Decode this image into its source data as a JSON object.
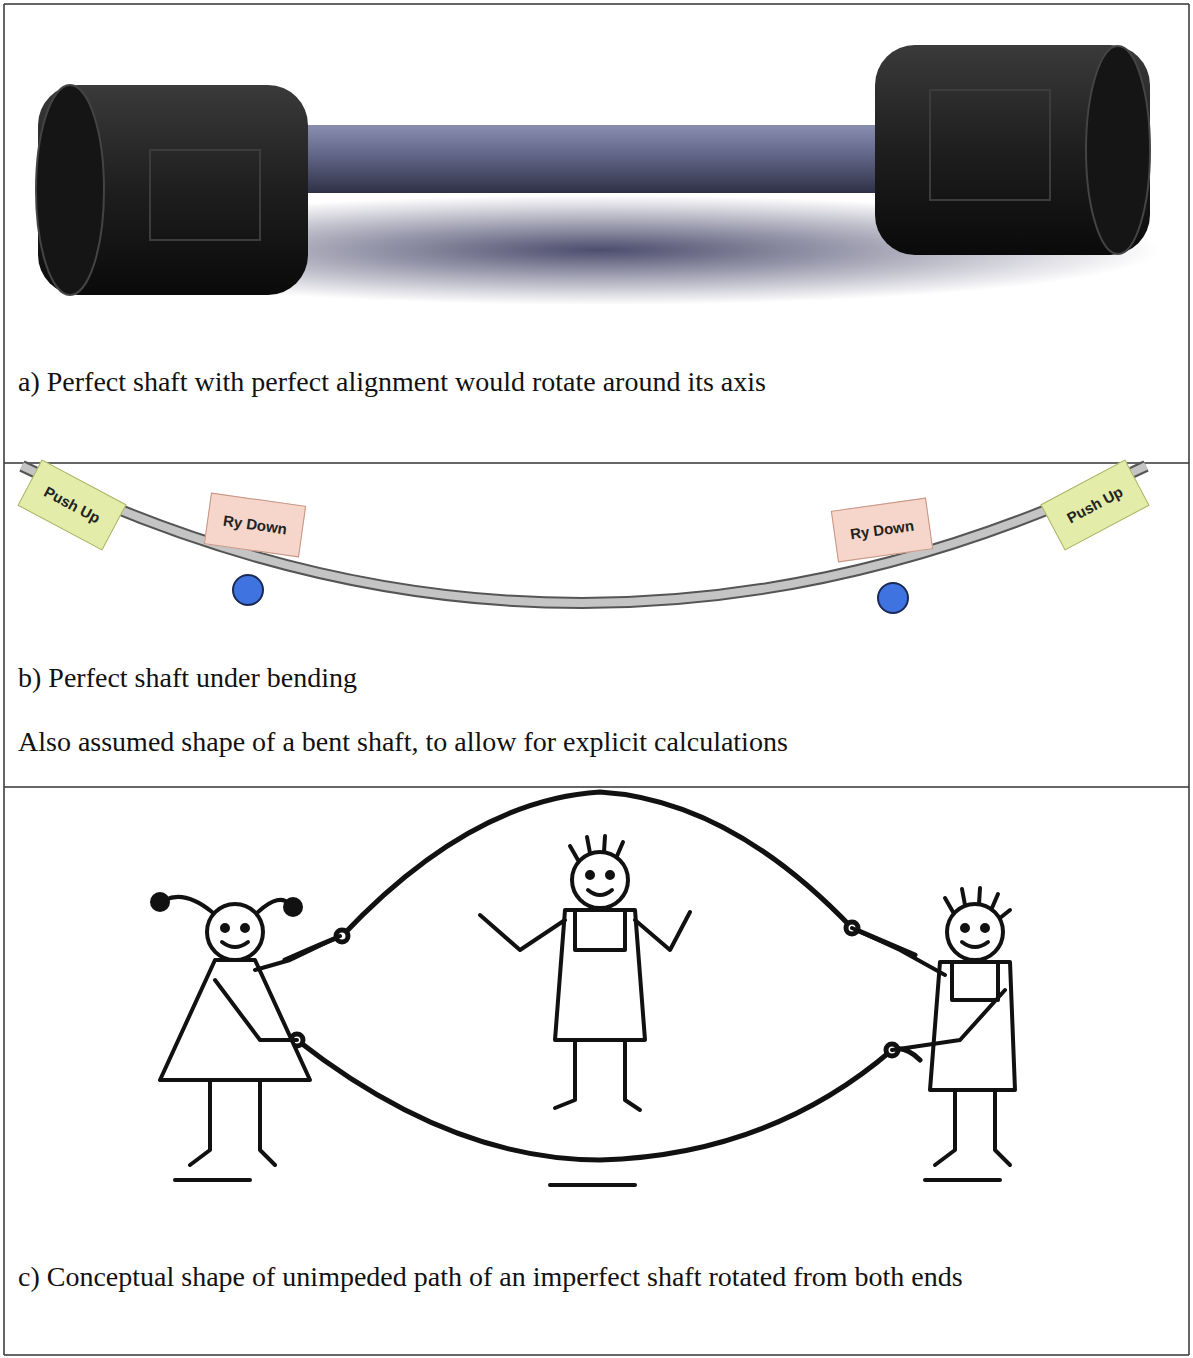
{
  "diagram": {
    "nodes": [
      {
        "text": [
          "Push Up"
        ]
      },
      {
        "text": [
          "Ry Down"
        ]
      },
      {
        "text": [
          "Ry Down"
        ]
      },
      {
        "text": [
          "Push Up"
        ]
      }
    ],
    "labels": [
      "a) Perfect shaft with perfect alignment would rotate around its axis",
      "b) Perfect shaft under bending",
      "Also assumed shape of a bent shaft, to allow for explicit calculations",
      "c) Conceptual shape of unimpeded path of an imperfect shaft rotated from both ends"
    ]
  }
}
